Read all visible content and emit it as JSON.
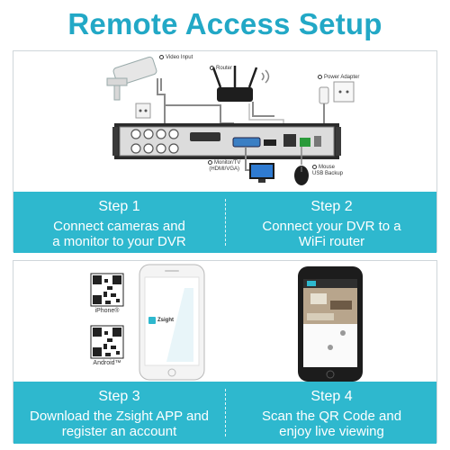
{
  "title": "Remote Access Setup",
  "diagram": {
    "video_input": "Video Input",
    "router": "Router",
    "power_adapter": "Power Adapter",
    "monitor_tv": "Monitor/TV",
    "monitor_tv_sub": "(HDMI/VGA)",
    "mouse": "Mouse",
    "mouse_sub": "USB Backup"
  },
  "steps": [
    {
      "title": "Step 1",
      "desc_line1": "Connect cameras and",
      "desc_line2": "a monitor to your DVR"
    },
    {
      "title": "Step 2",
      "desc_line1": "Connect your DVR to a",
      "desc_line2": "WiFi router"
    },
    {
      "title": "Step 3",
      "desc_line1": "Download the Zsight APP and",
      "desc_line2": "register an account"
    },
    {
      "title": "Step 4",
      "desc_line1": "Scan the QR Code and",
      "desc_line2": "enjoy live viewing"
    }
  ],
  "app": {
    "iphone_label": "iPhone®",
    "android_label": "Android™",
    "app_name": "Zsight"
  },
  "colors": {
    "accent": "#2eb8ce",
    "title": "#22a8c6"
  }
}
